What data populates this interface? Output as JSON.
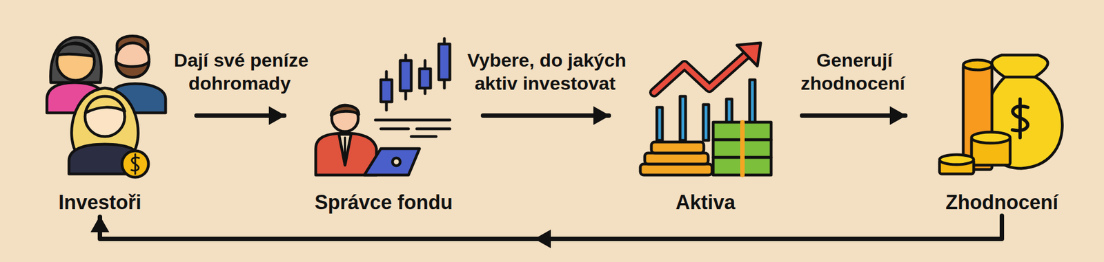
{
  "diagram": {
    "nodes": [
      {
        "text": [
          "Investoři"
        ]
      },
      {
        "text": [
          "Správce fondu"
        ]
      },
      {
        "text": [
          "Aktiva"
        ]
      },
      {
        "text": [
          "Zhodnocení"
        ]
      }
    ],
    "edges": [
      {
        "from": 0,
        "to": 1,
        "label": "Dají své peníze dohromady",
        "arrow": "to"
      },
      {
        "from": 1,
        "to": 2,
        "label": "Vybere, do jakých aktiv investovat",
        "arrow": "to"
      },
      {
        "from": 2,
        "to": 3,
        "label": "Generují zhodnocení",
        "arrow": "to"
      },
      {
        "from": 3,
        "to": 0,
        "arrow": "to"
      }
    ]
  }
}
